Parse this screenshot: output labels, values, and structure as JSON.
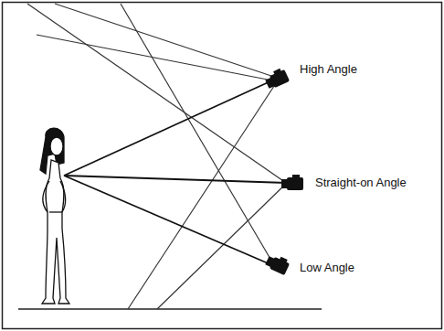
{
  "diagram": {
    "labels": [
      "High Angle",
      "Straight-on Angle",
      "Low Angle"
    ]
  }
}
